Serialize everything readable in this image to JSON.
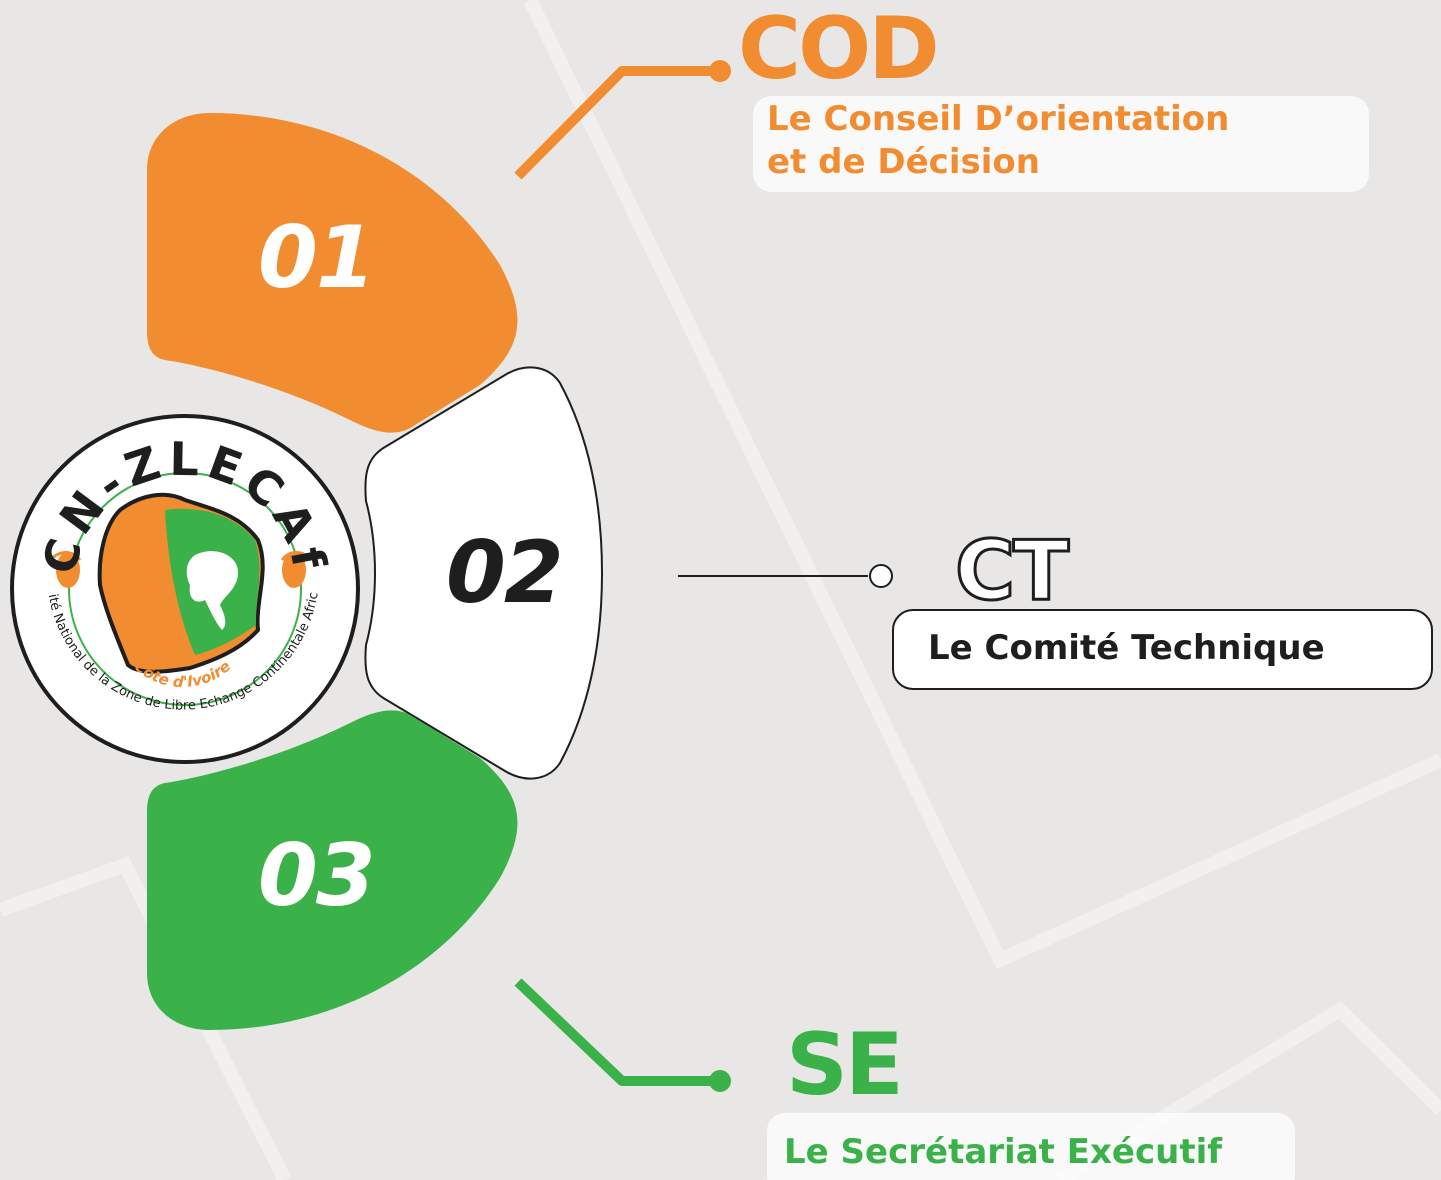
{
  "colors": {
    "background": "#e8e7e6",
    "orange": "#f28c31",
    "green": "#3bb14a",
    "dark": "#1e1e1e",
    "white": "#ffffff"
  },
  "logo": {
    "acronym": "CN-ZLECAf",
    "country": "Côte d'Ivoire",
    "ring_text": "Comité National de la Zone de Libre Echange Continentale Africaine"
  },
  "items": [
    {
      "number": "01",
      "abbreviation": "COD",
      "label_line1": "Le Conseil D’orientation",
      "label_line2": "et de Décision"
    },
    {
      "number": "02",
      "abbreviation": "CT",
      "label_line1": "Le Comité Technique"
    },
    {
      "number": "03",
      "abbreviation": "SE",
      "label_line1": "Le Secrétariat Exécutif"
    }
  ]
}
